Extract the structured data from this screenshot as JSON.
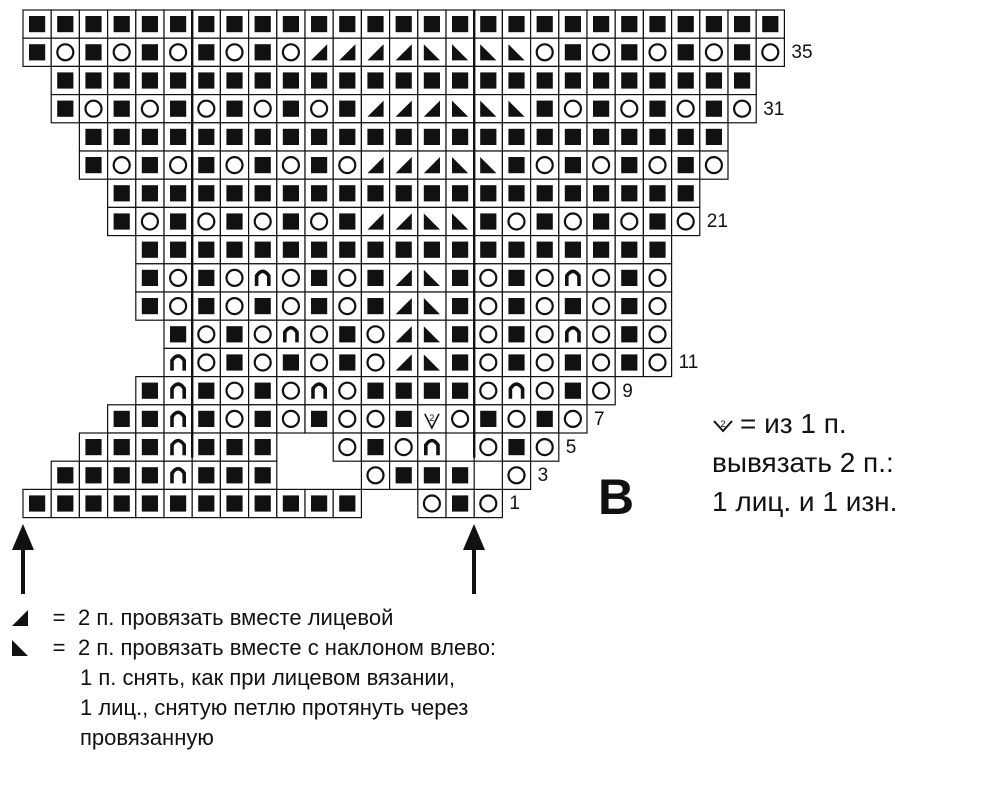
{
  "chart": {
    "rows": [
      {
        "row": 36,
        "label": null,
        "start": 0,
        "cells": "KKKKKKKKKKKKKKKKKKKKKKKKKKK"
      },
      {
        "row": 35,
        "label": "35",
        "start": 0,
        "cells": "KOKOKOKOKOLLLLRRRROKOKOKOKO"
      },
      {
        "row": 34,
        "label": null,
        "start": 1,
        "cells": "KKKKKKKKKKKKKKKKKKKKKKKKK"
      },
      {
        "row": 33,
        "label": "31",
        "start": 1,
        "cells": "KOKOKOKOKOKLLLRRRKOKOKOKO"
      },
      {
        "row": 32,
        "label": null,
        "start": 2,
        "cells": "KKKKKKKKKKKKKKKKKKKKKKK"
      },
      {
        "row": 31,
        "label": null,
        "start": 2,
        "cells": "KOKOKOKOKOLLLRRKOKOKOKO"
      },
      {
        "row": 30,
        "label": null,
        "start": 3,
        "cells": "KKKKKKKKKKKKKKKKKKKKK"
      },
      {
        "row": 29,
        "label": "21",
        "start": 3,
        "cells": "KOKOKOKOKLLRRKOKOKOKO"
      },
      {
        "row": 28,
        "label": null,
        "start": 4,
        "cells": "KKKKKKKKKKKKKKKKKKK"
      },
      {
        "row": 27,
        "label": null,
        "start": 4,
        "cells": "KOKOBOKOKLRKOKOBOKO"
      },
      {
        "row": 26,
        "label": null,
        "start": 4,
        "cells": "KOKOKOKOKLRKOKOKOKO"
      },
      {
        "row": 25,
        "label": null,
        "start": 5,
        "cells": "KOKOBOKOLRKOKOBOKO"
      },
      {
        "row": 24,
        "label": "11",
        "start": 5,
        "cells": "BOKOKOKOLRKOKOKOKO"
      },
      {
        "row": 23,
        "label": "9",
        "start": 4,
        "cells": "KBKOKOBOKKKKOBOKO"
      },
      {
        "row": 22,
        "label": "7",
        "start": 3,
        "cells": "KKBKOKOKOOKVOKOKO"
      },
      {
        "row": 21,
        "label": "5",
        "start": 2,
        "cells": "KKKBKKK__OKOB_OKO"
      },
      {
        "row": 20,
        "label": "3",
        "start": 1,
        "cells": "KKKKBKKK___OKKK_O"
      },
      {
        "row": 19,
        "label": "1",
        "start": 0,
        "cells": "KKKKKKKKKKKK__OKO"
      }
    ],
    "repeat_cols": [
      6,
      16
    ],
    "arrow_cols": [
      0,
      16
    ],
    "colors": {
      "ink": "#111111",
      "paper": "#ffffff"
    }
  },
  "title": "В",
  "inc_legend": {
    "symbol_name": "inc-v-icon",
    "lines": [
      "= из 1 п.",
      "вывязать 2 п.:",
      "1 лиц. и 1 изн."
    ]
  },
  "bottom_legend": {
    "k2tog_symbol": "k2tog-icon",
    "k2tog_eq": "=",
    "k2tog_text": "2 п. провязать вместе лицевой",
    "ssk_symbol": "ssk-icon",
    "ssk_eq": "=",
    "ssk_text": "2 п. провязать вместе с наклоном влево:",
    "ssk_line2": "1 п. снять, как при лицевом вязании,",
    "ssk_line3": "1 лиц., снятую петлю протянуть через",
    "ssk_line4": "провязанную"
  }
}
